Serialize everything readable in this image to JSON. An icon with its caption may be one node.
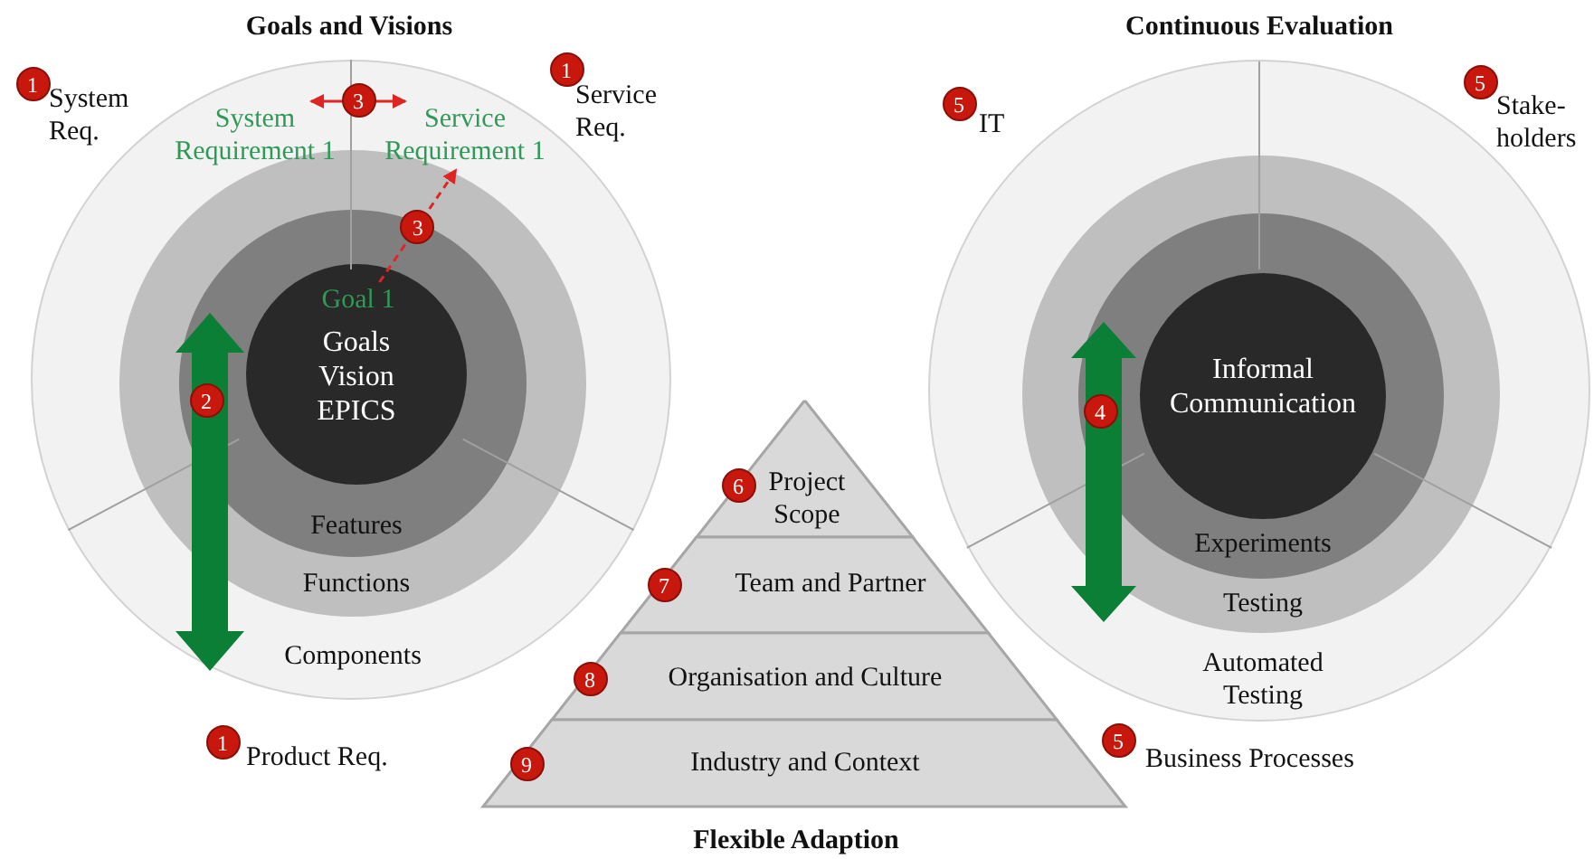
{
  "diagram": {
    "nodes": [
      {
        "text": [
          "Components"
        ]
      },
      {
        "text": [
          "Functions"
        ],
        "in": 0
      },
      {
        "text": [
          "Features"
        ],
        "in": 1
      },
      {
        "text": [
          "Goals Vision EPICS"
        ],
        "in": 2
      },
      {
        "text": [
          "Goal 1"
        ],
        "in": 3
      },
      {
        "text": [
          "System Requirement 1"
        ],
        "in": 0
      },
      {
        "text": [
          "Service Requirement 1"
        ],
        "in": 0
      },
      {
        "text": [
          "Automated Testing"
        ]
      },
      {
        "text": [
          "Testing"
        ],
        "in": 7
      },
      {
        "text": [
          "Experiments"
        ],
        "in": 8
      },
      {
        "text": [
          "Informal Communication"
        ],
        "in": 9
      },
      {
        "text": [
          "Project Scope"
        ]
      },
      {
        "text": [
          "Team and Partner"
        ]
      },
      {
        "text": [
          "Organisation and Culture"
        ]
      },
      {
        "text": [
          "Industry and Context"
        ]
      }
    ],
    "edges": [
      {
        "from": 5,
        "to": 6,
        "arrow": "both",
        "label": "3"
      },
      {
        "from": 4,
        "to": 6,
        "arrow": "to",
        "label": "3",
        "style": "dashed"
      }
    ],
    "labels": [
      "Goals and Visions",
      "1",
      "System Req.",
      "1",
      "Service Req.",
      "2",
      "1",
      "Product Req.",
      "Continuous Evaluation",
      "5",
      "IT",
      "5",
      "Stake- holders",
      "4",
      "6",
      "7",
      "8",
      "9",
      "5",
      "Business Processes",
      "Flexible Adaption"
    ]
  }
}
